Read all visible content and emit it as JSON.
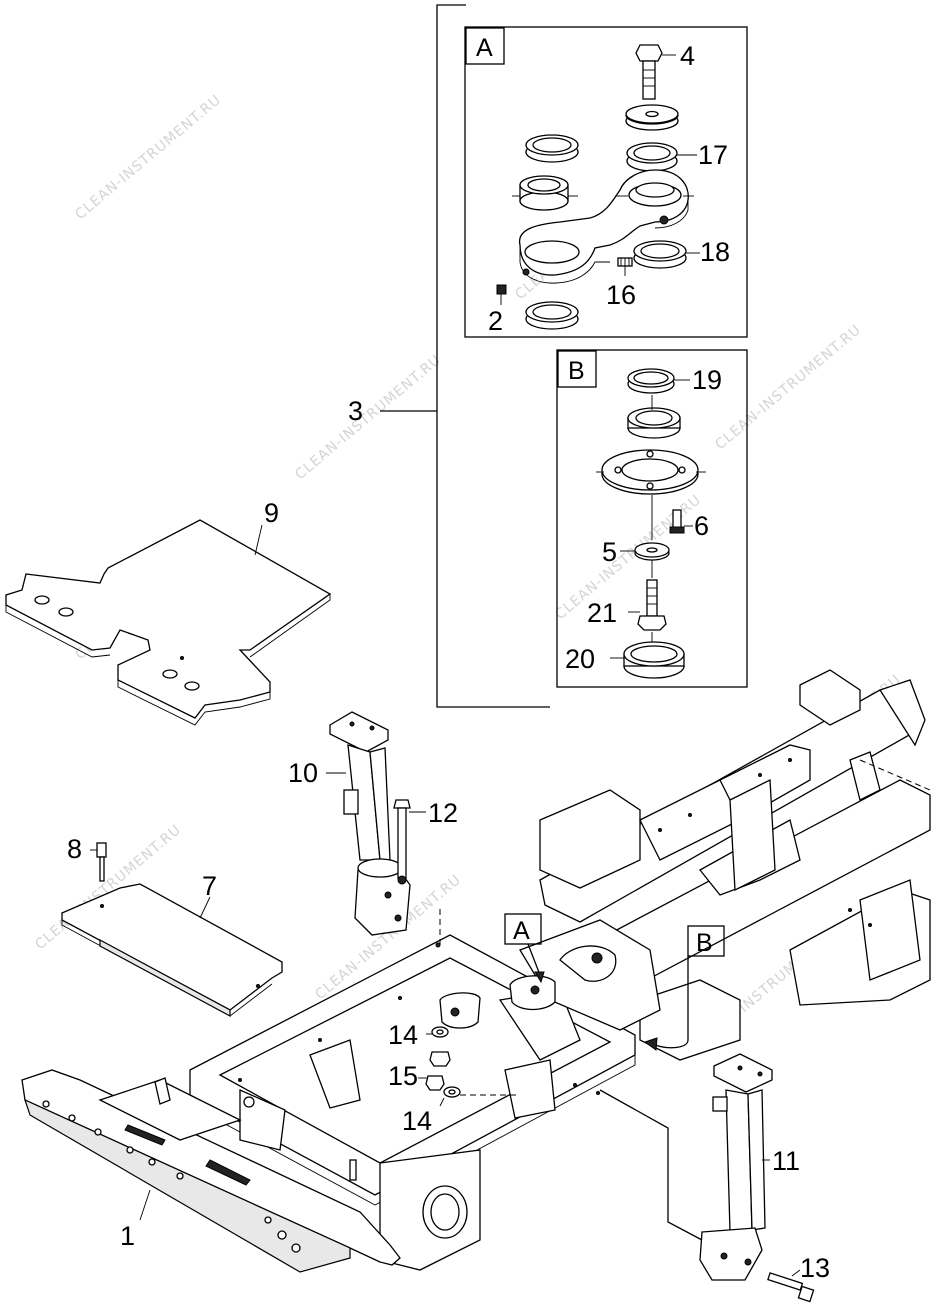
{
  "watermark": "CLEAN-INSTRUMENT.RU",
  "callouts": {
    "c1": "1",
    "c2": "2",
    "c3": "3",
    "c4": "4",
    "c5": "5",
    "c6": "6",
    "c7": "7",
    "c8": "8",
    "c9": "9",
    "c10": "10",
    "c11": "11",
    "c12": "12",
    "c13": "13",
    "c14a": "14",
    "c14b": "14",
    "c15": "15",
    "c16": "16",
    "c17": "17",
    "c18": "18",
    "c19": "19",
    "c20": "20",
    "c21": "21"
  },
  "detail_views": {
    "a_label": "A",
    "b_label": "B",
    "a_ref": "A",
    "b_ref": "B"
  }
}
